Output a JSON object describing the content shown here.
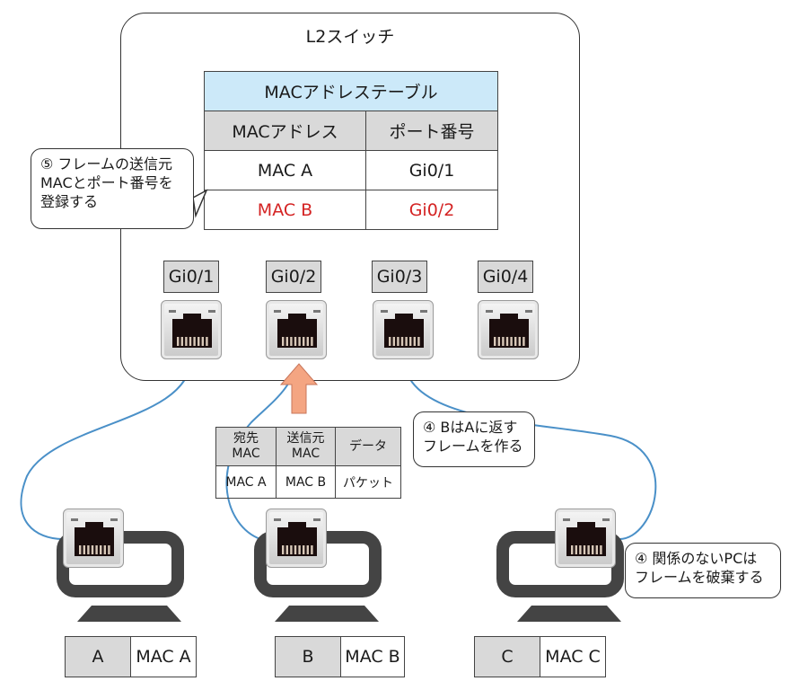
{
  "switch": {
    "title": "L2スイッチ"
  },
  "mac_table": {
    "title": "MACアドレステーブル",
    "headers": [
      "MACアドレス",
      "ポート番号"
    ],
    "rows": [
      {
        "mac": "MAC A",
        "port": "Gi0/1"
      },
      {
        "mac": "MAC B",
        "port": "Gi0/2"
      }
    ],
    "highlight_color": "#d42323"
  },
  "ports": [
    "Gi0/1",
    "Gi0/2",
    "Gi0/3",
    "Gi0/4"
  ],
  "callouts": {
    "register": [
      "⑤ フレームの送信元",
      "MACとポート番号を",
      "登録する"
    ],
    "reply": [
      "④ BはAに返す",
      "フレームを作る"
    ],
    "discard": [
      "④ 関係のないPCは",
      "フレームを破棄する"
    ]
  },
  "frame": {
    "headers": [
      [
        "宛先",
        "MAC"
      ],
      [
        "送信元",
        "MAC"
      ],
      [
        "データ"
      ]
    ],
    "values": [
      "MAC A",
      "MAC B",
      "パケット"
    ]
  },
  "pcs": [
    {
      "name": "A",
      "mac": "MAC A"
    },
    {
      "name": "B",
      "mac": "MAC B"
    },
    {
      "name": "C",
      "mac": "MAC C"
    }
  ],
  "colors": {
    "cable": "#4a90c8",
    "arrow": "#f4a582",
    "table_title_bg": "#cce9f9"
  }
}
